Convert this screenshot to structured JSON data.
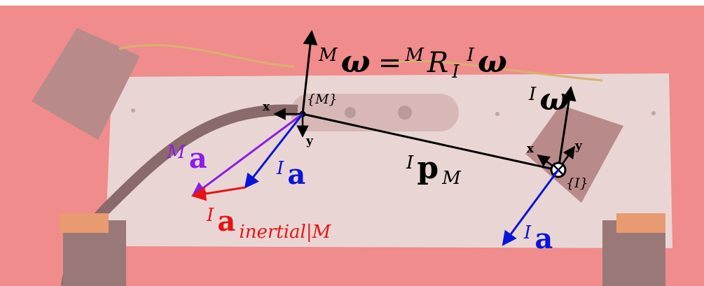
{
  "equation": {
    "lhs_sup": "M",
    "lhs_sym": "ω",
    "eq": "=",
    "rot_sup": "M",
    "rot_sym": "R",
    "rot_sub": "I",
    "rhs_sup": "I",
    "rhs_sym": "ω"
  },
  "frame_M": {
    "label": "{M}",
    "x_axis": "x",
    "y_axis": "y"
  },
  "frame_I": {
    "label": "{I}",
    "x_axis": "x",
    "y_axis": "y"
  },
  "omega_I": {
    "sup": "I",
    "sym": "ω"
  },
  "position": {
    "sup": "I",
    "sym": "p",
    "sub": "M"
  },
  "accel_M": {
    "sup": "M",
    "sym": "a"
  },
  "accel_I_at_M": {
    "sup": "I",
    "sym": "a"
  },
  "accel_inertial": {
    "sup": "I",
    "sym": "a",
    "sub": "inertial|M"
  },
  "accel_I": {
    "sup": "I",
    "sym": "a"
  },
  "colors": {
    "background": "#f08c8c",
    "board": "#e9d6d4",
    "camera": "#d7b8b7",
    "black": "#000000",
    "purple": "#8a1ee6",
    "blue": "#0a14d8",
    "red": "#e81414"
  }
}
